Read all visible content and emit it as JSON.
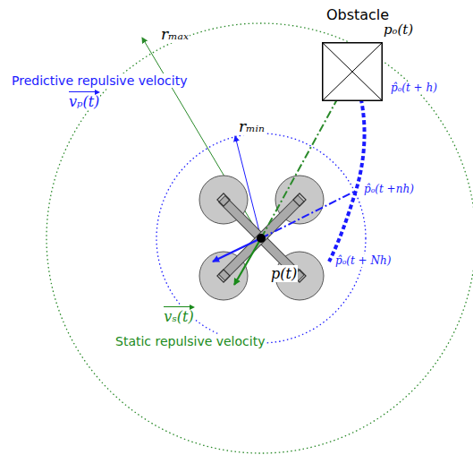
{
  "diagram": {
    "nodes": [
      {
        "text": [
          "Obstacle"
        ]
      }
    ],
    "labels": [
      "pₒ(t)",
      "p̂ₒ(t + h)",
      "rₘₐₓ",
      "rₘᵢₙ",
      "Predictive repulsive velocity",
      "vₚ(t)",
      "p(t)",
      "Static repulsive velocity",
      "vₛ(t)",
      "p̂ₒ(t +nh)",
      "p̂ₒ(t + Nh)"
    ]
  }
}
